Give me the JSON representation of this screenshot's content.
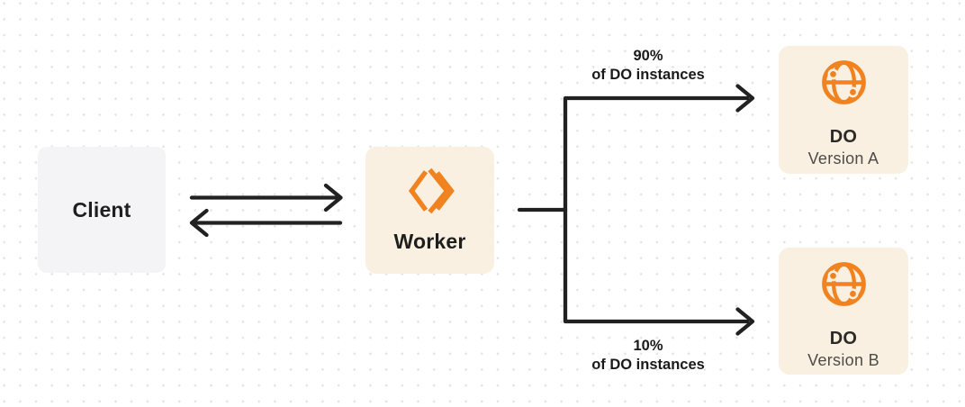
{
  "diagram": {
    "client": {
      "label": "Client"
    },
    "worker": {
      "label": "Worker",
      "icon": "cloudflare-workers-logo-icon"
    },
    "branches": {
      "top": {
        "percent": "90%",
        "caption": "of DO instances"
      },
      "bottom": {
        "percent": "10%",
        "caption": "of DO instances"
      }
    },
    "durable_objects": [
      {
        "title": "DO",
        "subtitle": "Version A",
        "icon": "globe-icon"
      },
      {
        "title": "DO",
        "subtitle": "Version B",
        "icon": "globe-icon"
      }
    ],
    "colors": {
      "accent_orange": "#F0831F",
      "connector_line": "#212121",
      "client_box_bg": "#F4F4F6",
      "orange_box_bg": "#FAF0E1",
      "title_text": "#1E1E1E",
      "subtitle_text": "#4D4C48",
      "dot_grid": "#E3E3E3"
    }
  }
}
